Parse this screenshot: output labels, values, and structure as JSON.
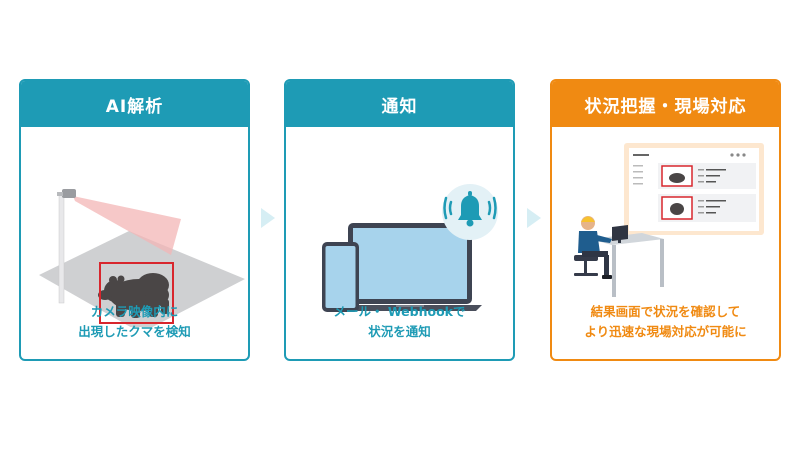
{
  "steps": [
    {
      "title": "AI解析",
      "desc_line1": "カメラ映像内に",
      "desc_line2": "出現したクマを検知",
      "illustration": "camera-detecting-bear",
      "color": "#1e9bb5",
      "text_color": "#1e9bb5"
    },
    {
      "title": "通知",
      "desc_line1": "メール・ Webhookで",
      "desc_line2": "状況を通知",
      "illustration": "laptop-phone-bell",
      "color": "#1e9bb5",
      "text_color": "#1e9bb5"
    },
    {
      "title": "状況把握・現場対応",
      "desc_line1": "結果画面で状況を確認して",
      "desc_line2": "より迅速な現場対応が可能に",
      "illustration": "operator-monitoring-results",
      "color": "#f08a12",
      "text_color": "#f08a12"
    }
  ],
  "arrow_color": "#d6eef4"
}
